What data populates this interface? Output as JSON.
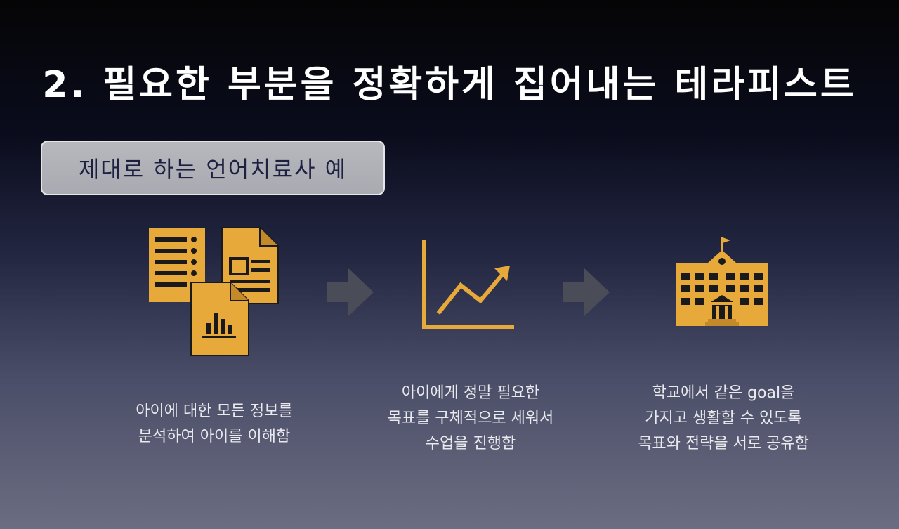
{
  "slide": {
    "title": "2. 필요한 부분을 정확하게 집어내는 테라피스트",
    "subtitle": "제대로 하는 언어치료사 예"
  },
  "steps": [
    {
      "icon": "documents-analysis-icon",
      "lines": [
        "아이에 대한 모든 정보를",
        "분석하여 아이를 이해함"
      ]
    },
    {
      "icon": "growth-chart-icon",
      "lines": [
        "아이에게 정말 필요한",
        "목표를 구체적으로 세워서",
        "수업을 진행함"
      ]
    },
    {
      "icon": "school-building-icon",
      "lines": [
        "학교에서 같은 goal을",
        "가지고 생활할 수 있도록",
        "목표와 전략을 서로 공유함"
      ]
    }
  ],
  "colors": {
    "accent": "#E8A93B",
    "arrow": "#4a4d57",
    "box_text": "#1d2040"
  }
}
